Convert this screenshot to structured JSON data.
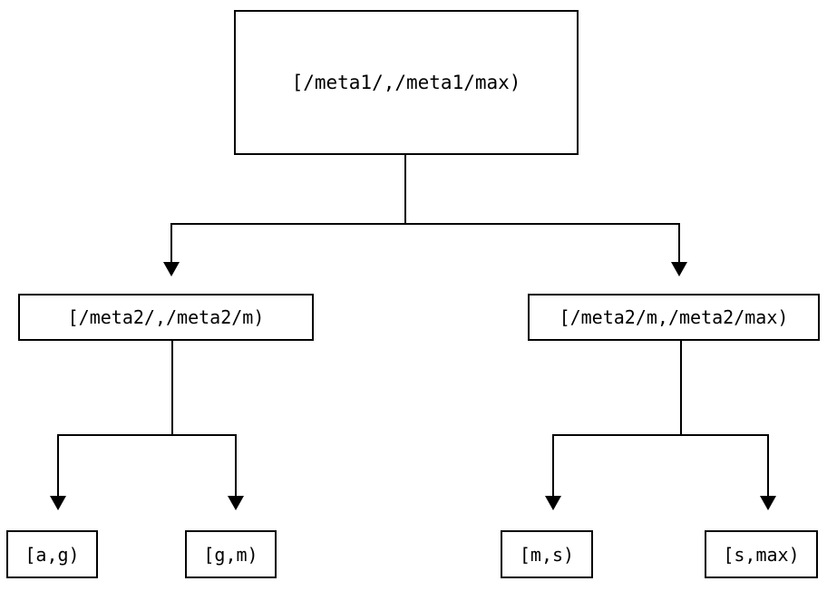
{
  "diagram": {
    "type": "tree",
    "title": "",
    "background_color": "#ffffff",
    "stroke_color": "#000000",
    "text_color": "#000000",
    "nodes": {
      "root": {
        "label": "[/meta1/,/meta1/max)",
        "level": 0
      },
      "left_child": {
        "label": "[/meta2/,/meta2/m)",
        "level": 1
      },
      "right_child": {
        "label": "[/meta2/m,/meta2/max)",
        "level": 1
      },
      "left_left_leaf": {
        "label": "[a,g)",
        "level": 2
      },
      "left_right_leaf": {
        "label": "[g,m)",
        "level": 2
      },
      "right_left_leaf": {
        "label": "[m,s)",
        "level": 2
      },
      "right_right_leaf": {
        "label": "[s,max)",
        "level": 2
      }
    },
    "edges": [
      {
        "from": "root",
        "to": "left_child",
        "arrow": "down"
      },
      {
        "from": "root",
        "to": "right_child",
        "arrow": "down"
      },
      {
        "from": "left_child",
        "to": "left_left_leaf",
        "arrow": "down"
      },
      {
        "from": "left_child",
        "to": "left_right_leaf",
        "arrow": "down"
      },
      {
        "from": "right_child",
        "to": "right_left_leaf",
        "arrow": "down"
      },
      {
        "from": "right_child",
        "to": "right_right_leaf",
        "arrow": "down"
      }
    ]
  }
}
